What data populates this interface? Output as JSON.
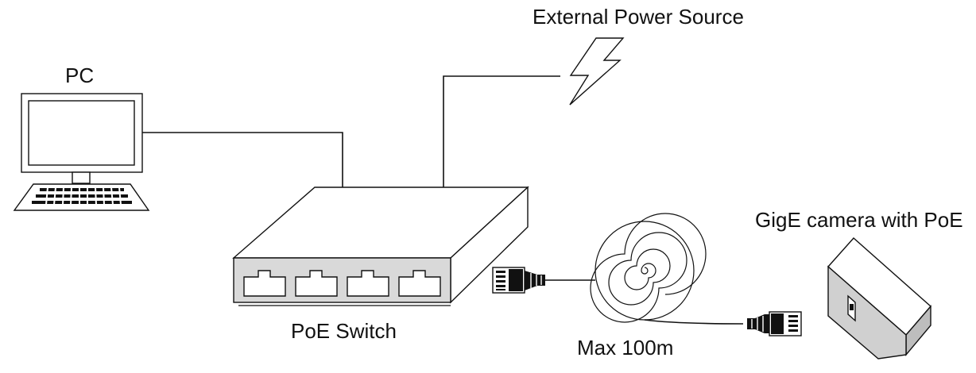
{
  "labels": {
    "pc": "PC",
    "external_power": "External Power Source",
    "poe_switch": "PoE Switch",
    "camera": "GigE camera with PoE",
    "cable_length": "Max 100m"
  },
  "icons": {
    "pc": "desktop-computer-icon",
    "power": "lightning-bolt-icon",
    "switch": "network-switch-icon",
    "connector": "rj45-connector-icon",
    "cable": "coiled-cable-icon",
    "camera": "gige-camera-icon"
  },
  "colors": {
    "line": "#111111",
    "background": "#ffffff",
    "switch_front": "#d9d9d9",
    "camera_front": "#d0d0d0"
  }
}
